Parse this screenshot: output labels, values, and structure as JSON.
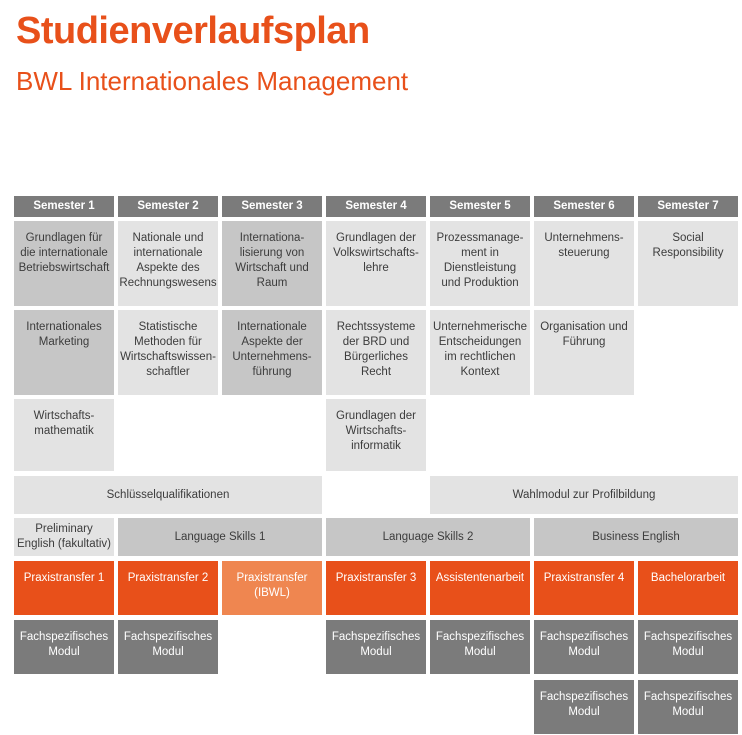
{
  "page": {
    "title": "Studienverlaufsplan",
    "subtitle": "BWL Internationales Management"
  },
  "colors": {
    "accent_orange": "#e8501a",
    "light_orange": "#ef8650",
    "header_gray": "#7b7b7b",
    "module_gray": "#c6c6c6",
    "light_gray": "#e3e3e3"
  },
  "semesters": [
    "Semester 1",
    "Semester 2",
    "Semester 3",
    "Semester 4",
    "Semester 5",
    "Semester 6",
    "Semester 7"
  ],
  "rows": {
    "row1": [
      "Grundlagen für die internationale Betriebswirtschaft",
      "Nationale und internationale Aspekte des Rechnungswesens",
      "Internationa-\nlisierung von Wirtschaft und Raum",
      "Grundlagen der Volkswirtschafts-\nlehre",
      "Prozessmanage-\nment in Dienstleistung und Produktion",
      "Unternehmens-\nsteuerung",
      "Social Responsibility"
    ],
    "row2": [
      "Internationales Marketing",
      "Statistische Methoden für Wirtschaftswissen-\nschaftler",
      "Internationale Aspekte der Unternehmens-\nführung",
      "Rechtssysteme der BRD und Bürgerliches Recht",
      "Unternehmerische Entscheidungen im rechtlichen Kontext",
      "Organisation und Führung"
    ],
    "row3": {
      "s1": "Wirtschafts-\nmathematik",
      "s4": "Grundlagen der Wirtschafts-\ninformatik"
    },
    "row4": {
      "schluessel": "Schlüsselqualifikationen",
      "wahlmodul": "Wahlmodul zur Profilbildung"
    },
    "row5": {
      "preliminary": "Preliminary English (fakultativ)",
      "language1": "Language Skills 1",
      "language2": "Language Skills 2",
      "business": "Business English"
    },
    "row6": [
      "Praxistransfer 1",
      "Praxistransfer 2",
      "Praxistransfer (IBWL)",
      "Praxistransfer 3",
      "Assistentenarbeit",
      "Praxistransfer 4",
      "Bachelorarbeit"
    ],
    "fachspezifisch": "Fachspezifisches Modul"
  }
}
